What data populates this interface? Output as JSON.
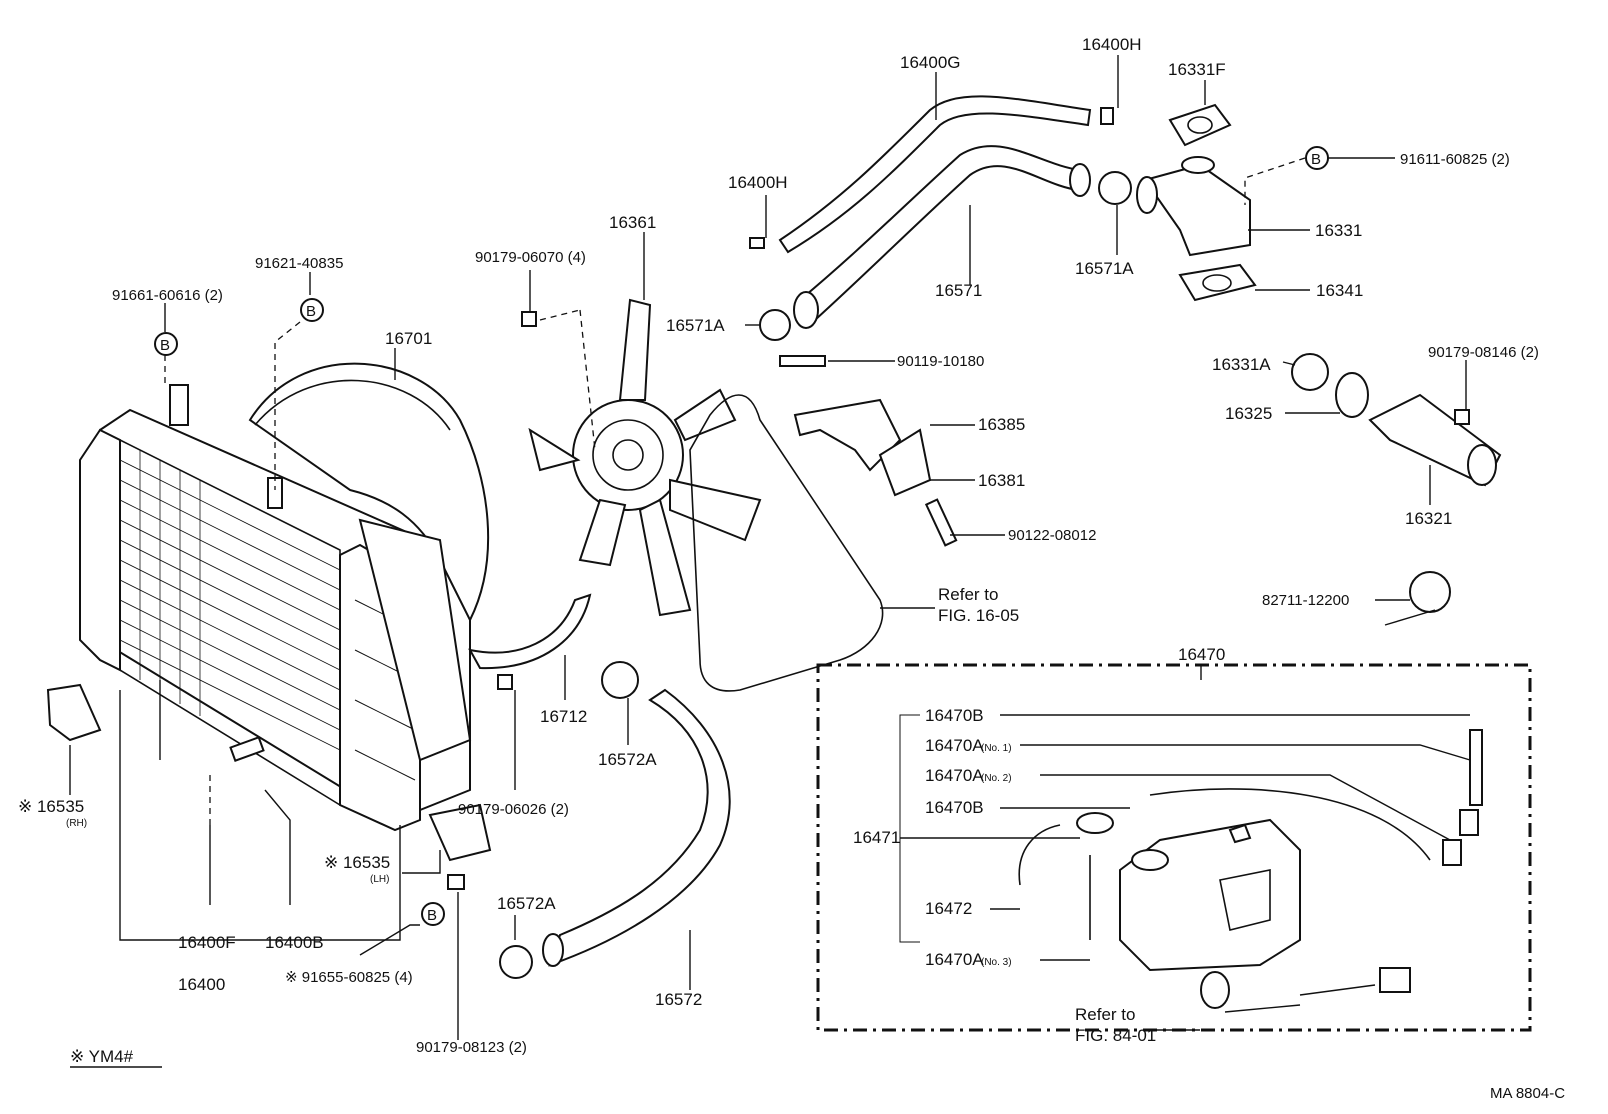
{
  "labels": {
    "p16400G": "16400G",
    "p16400H_top": "16400H",
    "p16331F": "16331F",
    "p16400H_left": "16400H",
    "p91611": "91611-60825 (2)",
    "p16331": "16331",
    "p16571": "16571",
    "p16571A_right": "16571A",
    "p16341": "16341",
    "p16361": "16361",
    "p90179_06070": "90179-06070 (4)",
    "p16571A_left": "16571A",
    "p90119": "90119-10180",
    "p16331A": "16331A",
    "p90179_08146": "90179-08146 (2)",
    "p91621": "91621-40835",
    "p91661": "91661-60616 (2)",
    "p16701": "16701",
    "p16385": "16385",
    "p16325": "16325",
    "p16381": "16381",
    "p16321": "16321",
    "p90122": "90122-08012",
    "refer_1605_a": "Refer to",
    "refer_1605_b": "FIG. 16-05",
    "p82711": "82711-12200",
    "p16470": "16470",
    "p16712": "16712",
    "p16572A_top": "16572A",
    "p16470B_top": "16470B",
    "p16470A_no1": "16470A",
    "no1": "(No. 1)",
    "p16470A_no2": "16470A",
    "no2": "(No. 2)",
    "p16535_rh": "※ 16535",
    "rh": "(RH)",
    "p90179_06026": "90179-06026 (2)",
    "p16470B_mid": "16470B",
    "p16471": "16471",
    "p16535_lh": "※ 16535",
    "lh": "(LH)",
    "p16572A_bottom": "16572A",
    "p16472": "16472",
    "p16400F": "16400F",
    "p16400B": "16400B",
    "p16400": "16400",
    "p91655": "※  91655-60825 (4)",
    "p16470A_no3": "16470A",
    "no3": "(No. 3)",
    "p16572": "16572",
    "refer_8401_a": "Refer to",
    "refer_8401_b": "FIG. 84-01",
    "p90179_08123": "90179-08123 (2)",
    "ym4": "※ YM4#",
    "diagram_code": "MA  8804-C",
    "b": "B"
  }
}
